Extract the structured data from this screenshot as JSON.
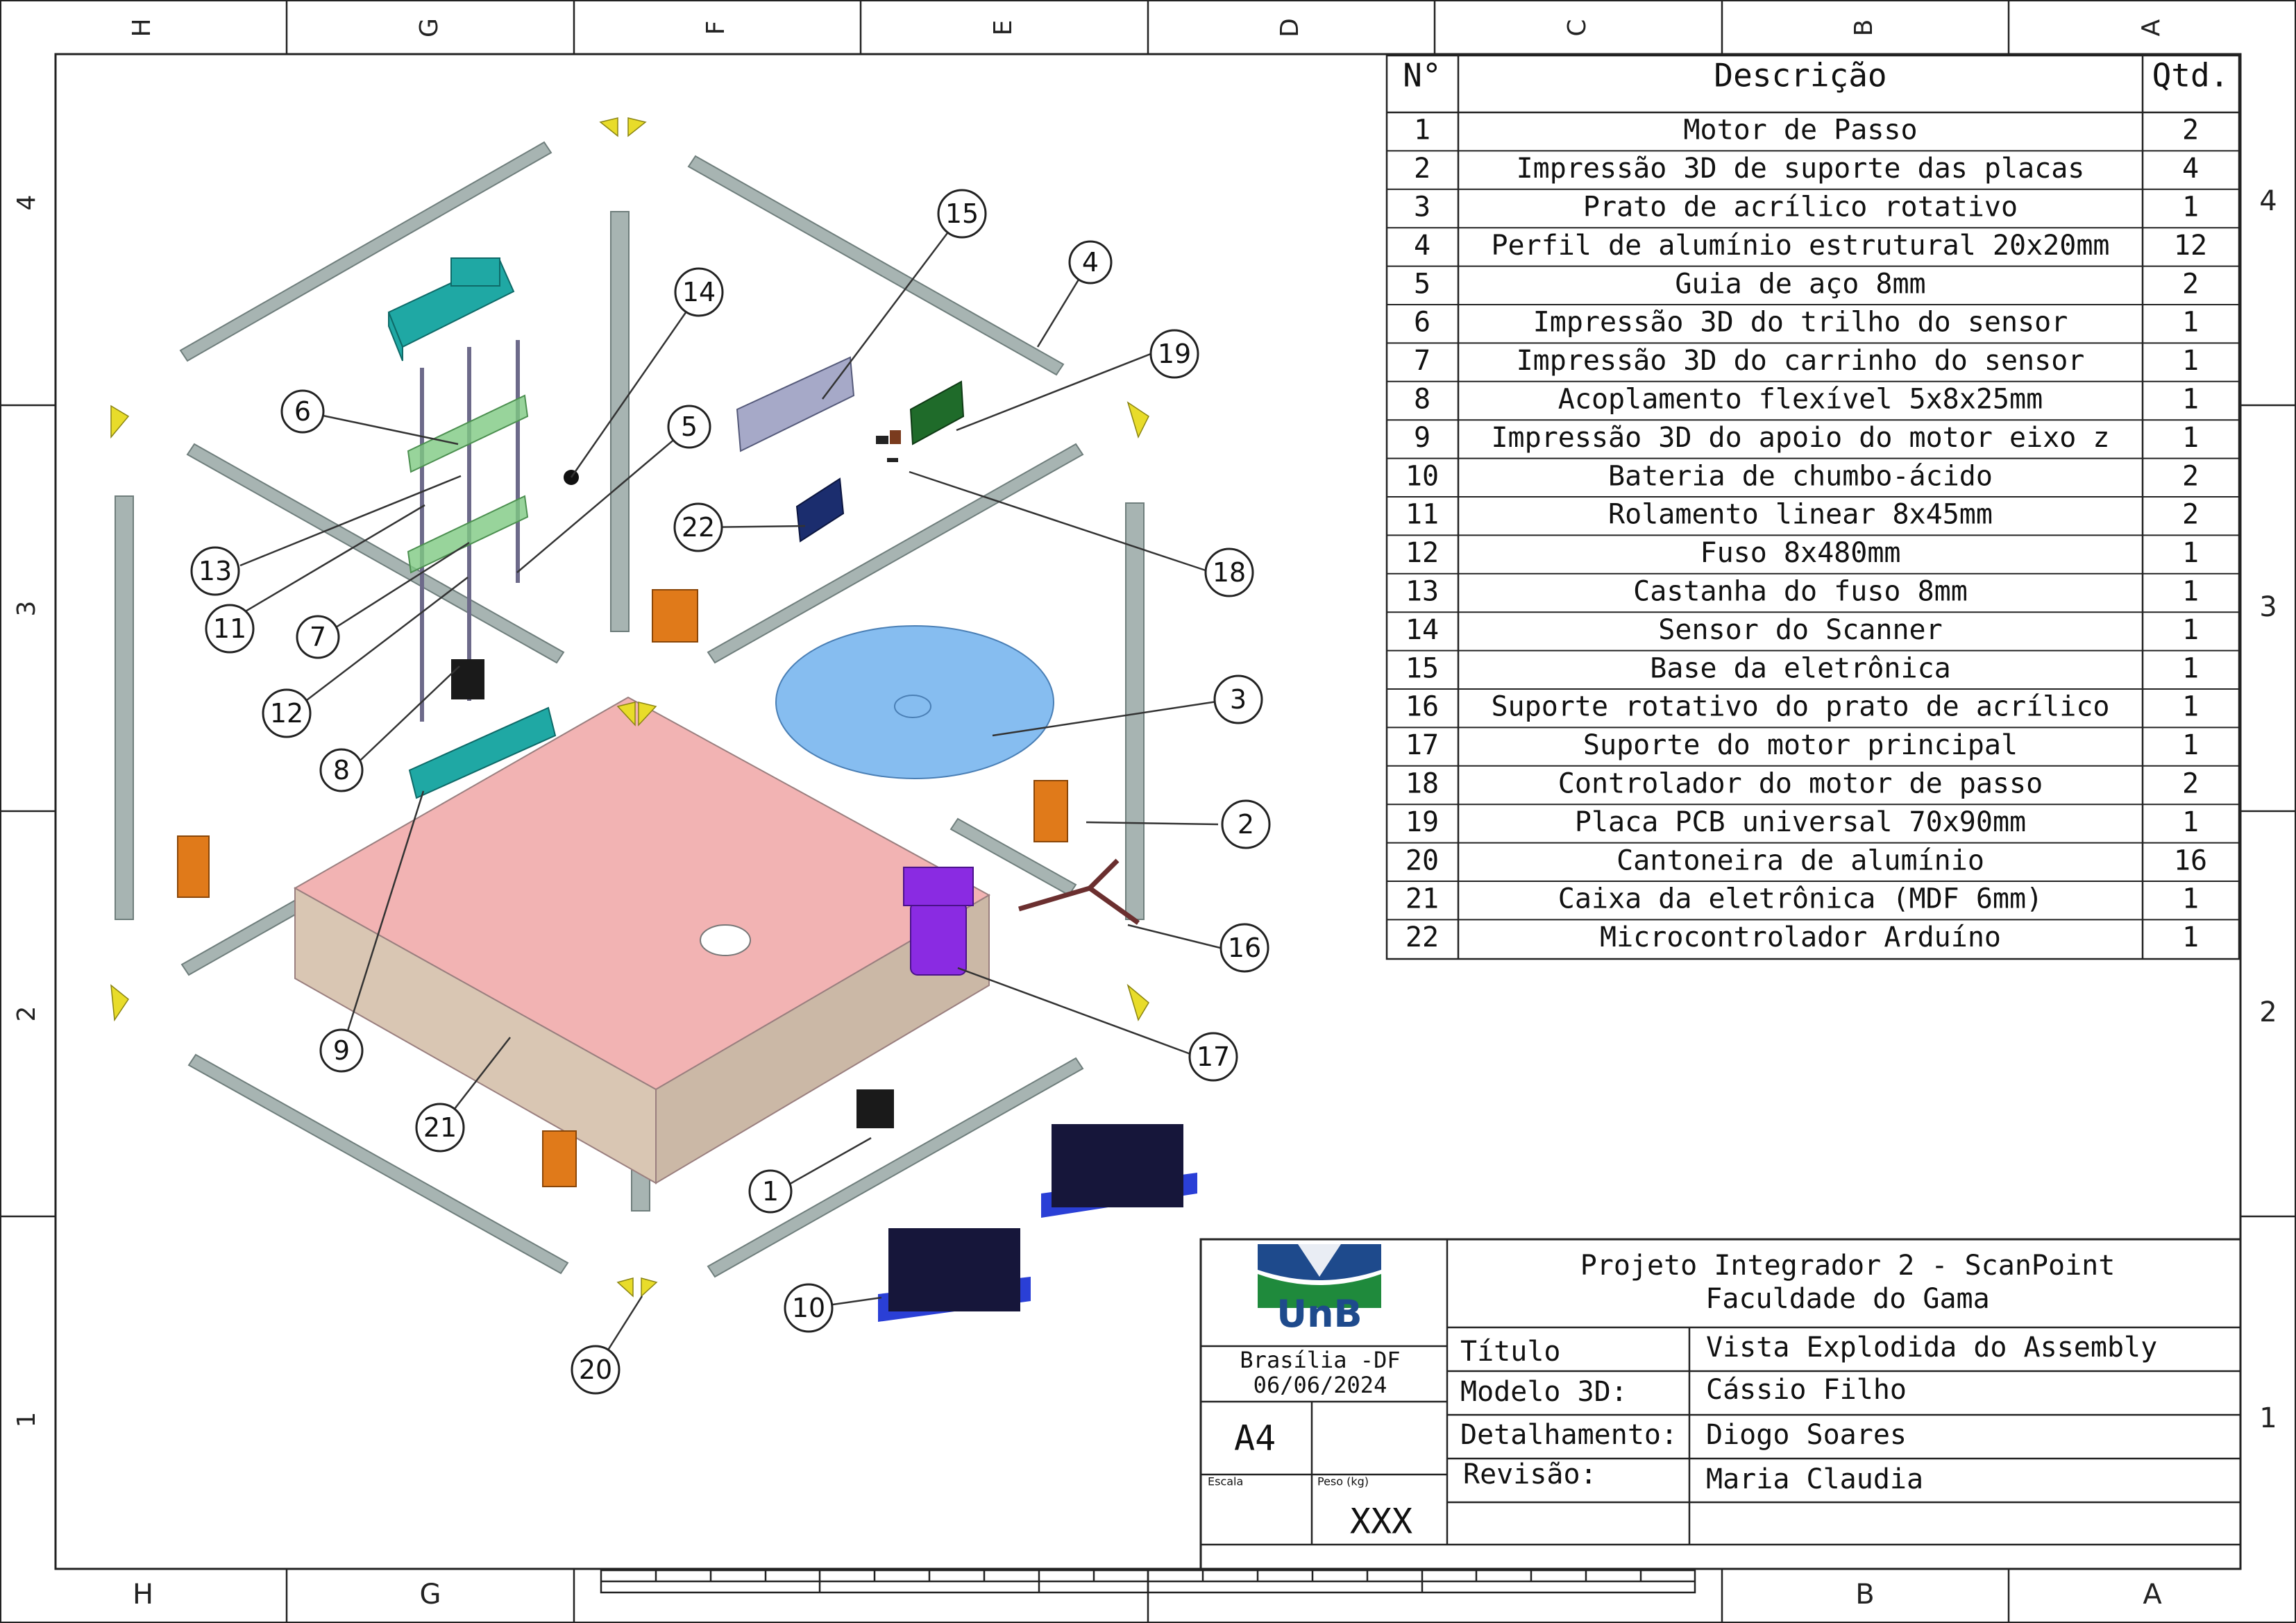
{
  "zones": {
    "top_letters": [
      "H",
      "G",
      "F",
      "E",
      "D",
      "C",
      "B",
      "A"
    ],
    "bottom_letters": [
      "H",
      "G",
      "B",
      "A"
    ],
    "left_numbers": [
      "4",
      "3",
      "2",
      "1"
    ],
    "right_numbers": [
      "4",
      "3",
      "2",
      "1"
    ]
  },
  "bom": {
    "headers": {
      "num": "N°",
      "desc": "Descrição",
      "qty": "Qtd."
    },
    "rows": [
      {
        "num": "1",
        "desc": "Motor de Passo",
        "qty": "2"
      },
      {
        "num": "2",
        "desc": "Impressão 3D de suporte das placas",
        "qty": "4"
      },
      {
        "num": "3",
        "desc": "Prato de acrílico rotativo",
        "qty": "1"
      },
      {
        "num": "4",
        "desc": "Perfil de alumínio estrutural 20x20mm",
        "qty": "12"
      },
      {
        "num": "5",
        "desc": "Guia de aço 8mm",
        "qty": "2"
      },
      {
        "num": "6",
        "desc": "Impressão 3D do trilho do sensor",
        "qty": "1"
      },
      {
        "num": "7",
        "desc": "Impressão 3D do carrinho do sensor",
        "qty": "1"
      },
      {
        "num": "8",
        "desc": "Acoplamento flexível 5x8x25mm",
        "qty": "1"
      },
      {
        "num": "9",
        "desc": "Impressão 3D do apoio do motor eixo z",
        "qty": "1"
      },
      {
        "num": "10",
        "desc": "Bateria de chumbo-ácido",
        "qty": "2"
      },
      {
        "num": "11",
        "desc": "Rolamento linear 8x45mm",
        "qty": "2"
      },
      {
        "num": "12",
        "desc": "Fuso 8x480mm",
        "qty": "1"
      },
      {
        "num": "13",
        "desc": "Castanha do fuso 8mm",
        "qty": "1"
      },
      {
        "num": "14",
        "desc": "Sensor do Scanner",
        "qty": "1"
      },
      {
        "num": "15",
        "desc": "Base da eletrônica",
        "qty": "1"
      },
      {
        "num": "16",
        "desc": "Suporte rotativo do prato de acrílico",
        "qty": "1"
      },
      {
        "num": "17",
        "desc": "Suporte do motor principal",
        "qty": "1"
      },
      {
        "num": "18",
        "desc": "Controlador do motor de passo",
        "qty": "2"
      },
      {
        "num": "19",
        "desc": "Placa PCB universal 70x90mm",
        "qty": "1"
      },
      {
        "num": "20",
        "desc": "Cantoneira de alumínio",
        "qty": "16"
      },
      {
        "num": "21",
        "desc": "Caixa da eletrônica (MDF 6mm)",
        "qty": "1"
      },
      {
        "num": "22",
        "desc": "Microcontrolador Arduíno",
        "qty": "1"
      }
    ]
  },
  "balloons": [
    "1",
    "2",
    "3",
    "4",
    "5",
    "6",
    "7",
    "8",
    "9",
    "10",
    "11",
    "12",
    "13",
    "14",
    "15",
    "16",
    "17",
    "18",
    "19",
    "20",
    "21",
    "22"
  ],
  "title_block": {
    "logo_text": "UnB",
    "location": "Brasília -DF",
    "date": "06/06/2024",
    "project_line1": "Projeto Integrador 2 - ScanPoint",
    "project_line2": "Faculdade do Gama",
    "rows": [
      {
        "label": "Título",
        "value": "Vista Explodida do Assembly"
      },
      {
        "label": "Modelo 3D:",
        "value": "Cássio Filho"
      },
      {
        "label": "Detalhamento:",
        "value": "Diogo Soares"
      },
      {
        "label": "Revisão:",
        "value": "Maria Claudia"
      }
    ],
    "sheet_size": "A4",
    "scale_label": "Escala",
    "weight_label": "Peso (kg)",
    "weight_value": "XXX"
  },
  "colors": {
    "profile": "#a7b4b2",
    "teal": "#1fa8a4",
    "green_print": "#7ec982",
    "orange": "#e07a1a",
    "yellow": "#e8dc2a",
    "purple": "#8a2be2",
    "plate": "#86bdf0",
    "box_top": "#f2b3b3",
    "box_side": "#d9c6b3",
    "battery": "#16163a",
    "battery_base": "#2a3fd6",
    "unb_blue": "#1e4a8c",
    "unb_green": "#1f8a3c"
  }
}
